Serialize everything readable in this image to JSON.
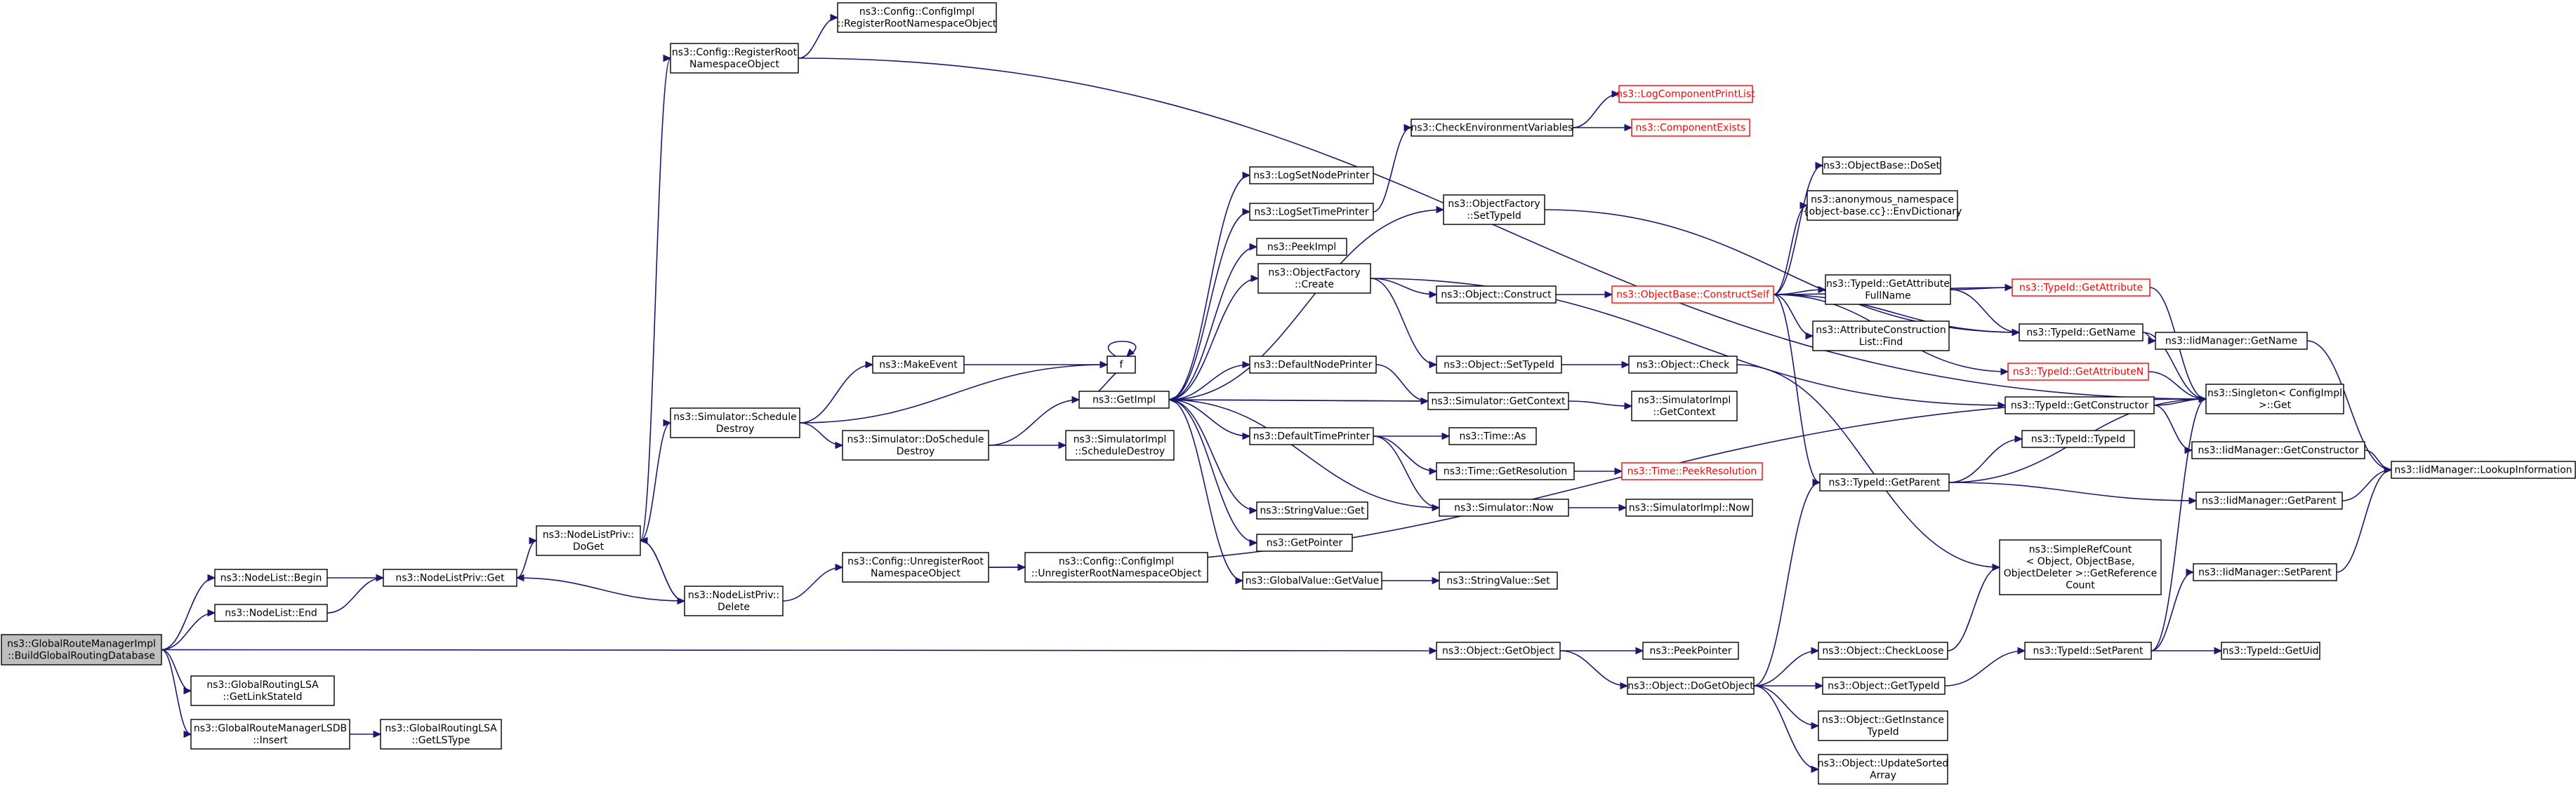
{
  "colors": {
    "edge": "#191970",
    "node_border": "#000000",
    "truncated_border": "#ff0000",
    "root_fill": "#bfbfbf"
  },
  "nodes": [
    {
      "id": "root",
      "lines": [
        "ns3::GlobalRouteManagerImpl",
        "::BuildGlobalRoutingDatabase"
      ],
      "root": true
    },
    {
      "id": "begin",
      "lines": [
        "ns3::NodeList::Begin"
      ]
    },
    {
      "id": "end",
      "lines": [
        "ns3::NodeList::End"
      ]
    },
    {
      "id": "lsa_getlink",
      "lines": [
        "ns3::GlobalRoutingLSA",
        "::GetLinkStateId"
      ]
    },
    {
      "id": "lsdb_insert",
      "lines": [
        "ns3::GlobalRouteManagerLSDB",
        "::Insert"
      ]
    },
    {
      "id": "lsa_getlstype",
      "lines": [
        "ns3::GlobalRoutingLSA",
        "::GetLSType"
      ]
    },
    {
      "id": "nlp_get",
      "lines": [
        "ns3::NodeListPriv::Get"
      ]
    },
    {
      "id": "nlp_doget",
      "lines": [
        "ns3::NodeListPriv::",
        "DoGet"
      ]
    },
    {
      "id": "nlp_delete",
      "lines": [
        "ns3::NodeListPriv::",
        "Delete"
      ]
    },
    {
      "id": "cfg_regroot",
      "lines": [
        "ns3::Config::RegisterRoot",
        "NamespaceObject"
      ]
    },
    {
      "id": "cfgimpl_reg",
      "lines": [
        "ns3::Config::ConfigImpl",
        "::RegisterRootNamespaceObject"
      ]
    },
    {
      "id": "sim_schedule",
      "lines": [
        "ns3::Simulator::Schedule",
        "Destroy"
      ]
    },
    {
      "id": "makeevent",
      "lines": [
        "ns3::MakeEvent"
      ]
    },
    {
      "id": "f",
      "lines": [
        "f"
      ]
    },
    {
      "id": "sim_dosched",
      "lines": [
        "ns3::Simulator::DoSchedule",
        "Destroy"
      ]
    },
    {
      "id": "getimpl",
      "lines": [
        "ns3::GetImpl"
      ]
    },
    {
      "id": "simimpl_sched",
      "lines": [
        "ns3::SimulatorImpl",
        "::ScheduleDestroy"
      ]
    },
    {
      "id": "cfg_unreg",
      "lines": [
        "ns3::Config::UnregisterRoot",
        "NamespaceObject"
      ]
    },
    {
      "id": "cfgimpl_unreg",
      "lines": [
        "ns3::Config::ConfigImpl",
        "::UnregisterRootNamespaceObject"
      ]
    },
    {
      "id": "lognode",
      "lines": [
        "ns3::LogSetNodePrinter"
      ]
    },
    {
      "id": "logtime",
      "lines": [
        "ns3::LogSetTimePrinter"
      ]
    },
    {
      "id": "peekimpl",
      "lines": [
        "ns3::PeekImpl"
      ]
    },
    {
      "id": "of_create",
      "lines": [
        "ns3::ObjectFactory",
        "::Create"
      ]
    },
    {
      "id": "defnode",
      "lines": [
        "ns3::DefaultNodePrinter"
      ]
    },
    {
      "id": "deftime",
      "lines": [
        "ns3::DefaultTimePrinter"
      ]
    },
    {
      "id": "sv_get",
      "lines": [
        "ns3::StringValue::Get"
      ]
    },
    {
      "id": "getpointer",
      "lines": [
        "ns3::GetPointer"
      ]
    },
    {
      "id": "gv_getvalue",
      "lines": [
        "ns3::GlobalValue::GetValue"
      ]
    },
    {
      "id": "checkenv",
      "lines": [
        "ns3::CheckEnvironmentVariables"
      ]
    },
    {
      "id": "logcomplist",
      "lines": [
        "ns3::LogComponentPrintList"
      ],
      "truncated": true
    },
    {
      "id": "compexists",
      "lines": [
        "ns3::ComponentExists"
      ],
      "truncated": true
    },
    {
      "id": "of_settypeid",
      "lines": [
        "ns3::ObjectFactory",
        "::SetTypeId"
      ]
    },
    {
      "id": "obj_construct",
      "lines": [
        "ns3::Object::Construct"
      ]
    },
    {
      "id": "obj_settypeid",
      "lines": [
        "ns3::Object::SetTypeId"
      ]
    },
    {
      "id": "sim_getcontext",
      "lines": [
        "ns3::Simulator::GetContext"
      ]
    },
    {
      "id": "time_as",
      "lines": [
        "ns3::Time::As"
      ]
    },
    {
      "id": "time_getres",
      "lines": [
        "ns3::Time::GetResolution"
      ]
    },
    {
      "id": "sim_now",
      "lines": [
        "ns3::Simulator::Now"
      ]
    },
    {
      "id": "sv_set",
      "lines": [
        "ns3::StringValue::Set"
      ]
    },
    {
      "id": "ob_construct",
      "lines": [
        "ns3::ObjectBase::ConstructSelf"
      ],
      "truncated": true
    },
    {
      "id": "obj_check",
      "lines": [
        "ns3::Object::Check"
      ]
    },
    {
      "id": "simimpl_getctx",
      "lines": [
        "ns3::SimulatorImpl",
        "::GetContext"
      ]
    },
    {
      "id": "time_peekres",
      "lines": [
        "ns3::Time::PeekResolution"
      ],
      "truncated": true
    },
    {
      "id": "simimpl_now",
      "lines": [
        "ns3::SimulatorImpl::Now"
      ]
    },
    {
      "id": "ob_doset",
      "lines": [
        "ns3::ObjectBase::DoSet"
      ]
    },
    {
      "id": "anon_env",
      "lines": [
        "ns3::anonymous_namespace",
        "{object-base.cc}::EnvDictionary"
      ]
    },
    {
      "id": "tid_getattrfull",
      "lines": [
        "ns3::TypeId::GetAttribute",
        "FullName"
      ]
    },
    {
      "id": "acl_find",
      "lines": [
        "ns3::AttributeConstruction",
        "List::Find"
      ]
    },
    {
      "id": "tid_getparent",
      "lines": [
        "ns3::TypeId::GetParent"
      ]
    },
    {
      "id": "tid_getattr",
      "lines": [
        "ns3::TypeId::GetAttribute"
      ],
      "truncated": true
    },
    {
      "id": "tid_getname",
      "lines": [
        "ns3::TypeId::GetName"
      ]
    },
    {
      "id": "tid_getattrn",
      "lines": [
        "ns3::TypeId::GetAttributeN"
      ],
      "truncated": true
    },
    {
      "id": "tid_getctor",
      "lines": [
        "ns3::TypeId::GetConstructor"
      ]
    },
    {
      "id": "tid_typeid",
      "lines": [
        "ns3::TypeId::TypeId"
      ]
    },
    {
      "id": "srefcount",
      "lines": [
        "ns3::SimpleRefCount",
        "< Object, ObjectBase,",
        "ObjectDeleter >::GetReference",
        "Count"
      ]
    },
    {
      "id": "obj_getobject",
      "lines": [
        "ns3::Object::GetObject"
      ]
    },
    {
      "id": "peekpointer",
      "lines": [
        "ns3::PeekPointer"
      ]
    },
    {
      "id": "obj_dogetobject",
      "lines": [
        "ns3::Object::DoGetObject"
      ]
    },
    {
      "id": "obj_checkloose",
      "lines": [
        "ns3::Object::CheckLoose"
      ]
    },
    {
      "id": "obj_gettypeid",
      "lines": [
        "ns3::Object::GetTypeId"
      ]
    },
    {
      "id": "obj_getinstance",
      "lines": [
        "ns3::Object::GetInstance",
        "TypeId"
      ]
    },
    {
      "id": "obj_updatesorted",
      "lines": [
        "ns3::Object::UpdateSorted",
        "Array"
      ]
    },
    {
      "id": "tid_setparent",
      "lines": [
        "ns3::TypeId::SetParent"
      ]
    },
    {
      "id": "singleton_get",
      "lines": [
        "ns3::Singleton< ConfigImpl",
        ">::Get"
      ]
    },
    {
      "id": "iid_getname",
      "lines": [
        "ns3::IidManager::GetName"
      ]
    },
    {
      "id": "iid_getctor",
      "lines": [
        "ns3::IidManager::GetConstructor"
      ]
    },
    {
      "id": "iid_getparent",
      "lines": [
        "ns3::IidManager::GetParent"
      ]
    },
    {
      "id": "iid_setparent",
      "lines": [
        "ns3::IidManager::SetParent"
      ]
    },
    {
      "id": "tid_getuid",
      "lines": [
        "ns3::TypeId::GetUid"
      ]
    },
    {
      "id": "iid_lookup",
      "lines": [
        "ns3::IidManager::LookupInformation"
      ]
    }
  ],
  "edges": [
    [
      "root",
      "begin"
    ],
    [
      "root",
      "end"
    ],
    [
      "root",
      "lsa_getlink"
    ],
    [
      "root",
      "lsdb_insert"
    ],
    [
      "root",
      "obj_getobject"
    ],
    [
      "lsdb_insert",
      "lsa_getlstype"
    ],
    [
      "begin",
      "nlp_get"
    ],
    [
      "end",
      "nlp_get"
    ],
    [
      "nlp_get",
      "nlp_doget"
    ],
    [
      "nlp_doget",
      "nlp_delete"
    ],
    [
      "nlp_delete",
      "nlp_doget"
    ],
    [
      "nlp_delete",
      "nlp_get"
    ],
    [
      "nlp_doget",
      "cfg_regroot"
    ],
    [
      "nlp_doget",
      "sim_schedule"
    ],
    [
      "cfg_regroot",
      "cfgimpl_reg"
    ],
    [
      "cfg_regroot",
      "singleton_get"
    ],
    [
      "nlp_delete",
      "cfg_unreg"
    ],
    [
      "cfg_unreg",
      "cfgimpl_unreg"
    ],
    [
      "cfg_unreg",
      "singleton_get"
    ],
    [
      "sim_schedule",
      "makeevent"
    ],
    [
      "sim_schedule",
      "f"
    ],
    [
      "sim_schedule",
      "sim_dosched"
    ],
    [
      "makeevent",
      "f"
    ],
    [
      "f",
      "f"
    ],
    [
      "sim_dosched",
      "getimpl"
    ],
    [
      "sim_dosched",
      "simimpl_sched"
    ],
    [
      "getimpl",
      "f"
    ],
    [
      "getimpl",
      "lognode"
    ],
    [
      "getimpl",
      "logtime"
    ],
    [
      "getimpl",
      "peekimpl"
    ],
    [
      "getimpl",
      "of_settypeid"
    ],
    [
      "getimpl",
      "of_create"
    ],
    [
      "getimpl",
      "defnode"
    ],
    [
      "getimpl",
      "sim_getcontext"
    ],
    [
      "getimpl",
      "deftime"
    ],
    [
      "getimpl",
      "sv_get"
    ],
    [
      "getimpl",
      "getpointer"
    ],
    [
      "getimpl",
      "gv_getvalue"
    ],
    [
      "logtime",
      "checkenv"
    ],
    [
      "checkenv",
      "logcomplist"
    ],
    [
      "checkenv",
      "compexists"
    ],
    [
      "of_settypeid",
      "tid_getname"
    ],
    [
      "of_create",
      "obj_construct"
    ],
    [
      "of_create",
      "obj_settypeid"
    ],
    [
      "of_create",
      "tid_getctor"
    ],
    [
      "obj_construct",
      "ob_construct"
    ],
    [
      "obj_settypeid",
      "obj_check"
    ],
    [
      "obj_check",
      "srefcount"
    ],
    [
      "defnode",
      "sim_getcontext"
    ],
    [
      "sim_getcontext",
      "getimpl"
    ],
    [
      "sim_getcontext",
      "simimpl_getctx"
    ],
    [
      "deftime",
      "time_as"
    ],
    [
      "deftime",
      "time_getres"
    ],
    [
      "deftime",
      "sim_now"
    ],
    [
      "time_getres",
      "time_peekres"
    ],
    [
      "sim_now",
      "getimpl"
    ],
    [
      "sim_now",
      "simimpl_now"
    ],
    [
      "gv_getvalue",
      "sv_set"
    ],
    [
      "ob_construct",
      "ob_doset"
    ],
    [
      "ob_construct",
      "anon_env"
    ],
    [
      "ob_construct",
      "tid_getattrfull"
    ],
    [
      "ob_construct",
      "acl_find"
    ],
    [
      "ob_construct",
      "tid_getattr"
    ],
    [
      "ob_construct",
      "tid_getname"
    ],
    [
      "ob_construct",
      "tid_getattrn"
    ],
    [
      "ob_construct",
      "tid_getparent"
    ],
    [
      "tid_getattrfull",
      "tid_getattr"
    ],
    [
      "tid_getattrfull",
      "tid_getname"
    ],
    [
      "tid_getattr",
      "singleton_get"
    ],
    [
      "tid_getname",
      "singleton_get"
    ],
    [
      "tid_getname",
      "iid_getname"
    ],
    [
      "tid_getattrn",
      "singleton_get"
    ],
    [
      "tid_getctor",
      "singleton_get"
    ],
    [
      "tid_getctor",
      "iid_getctor"
    ],
    [
      "tid_getparent",
      "tid_typeid"
    ],
    [
      "tid_getparent",
      "singleton_get"
    ],
    [
      "tid_getparent",
      "iid_getparent"
    ],
    [
      "obj_getobject",
      "peekpointer"
    ],
    [
      "obj_getobject",
      "obj_dogetobject"
    ],
    [
      "obj_dogetobject",
      "obj_checkloose"
    ],
    [
      "obj_dogetobject",
      "obj_gettypeid"
    ],
    [
      "obj_dogetobject",
      "obj_getinstance"
    ],
    [
      "obj_dogetobject",
      "obj_updatesorted"
    ],
    [
      "obj_dogetobject",
      "tid_getparent"
    ],
    [
      "obj_checkloose",
      "srefcount"
    ],
    [
      "obj_gettypeid",
      "tid_setparent"
    ],
    [
      "tid_setparent",
      "singleton_get"
    ],
    [
      "tid_setparent",
      "iid_setparent"
    ],
    [
      "tid_setparent",
      "tid_getuid"
    ],
    [
      "iid_getname",
      "iid_lookup"
    ],
    [
      "iid_getctor",
      "iid_lookup"
    ],
    [
      "iid_getparent",
      "iid_lookup"
    ],
    [
      "iid_setparent",
      "iid_lookup"
    ]
  ]
}
